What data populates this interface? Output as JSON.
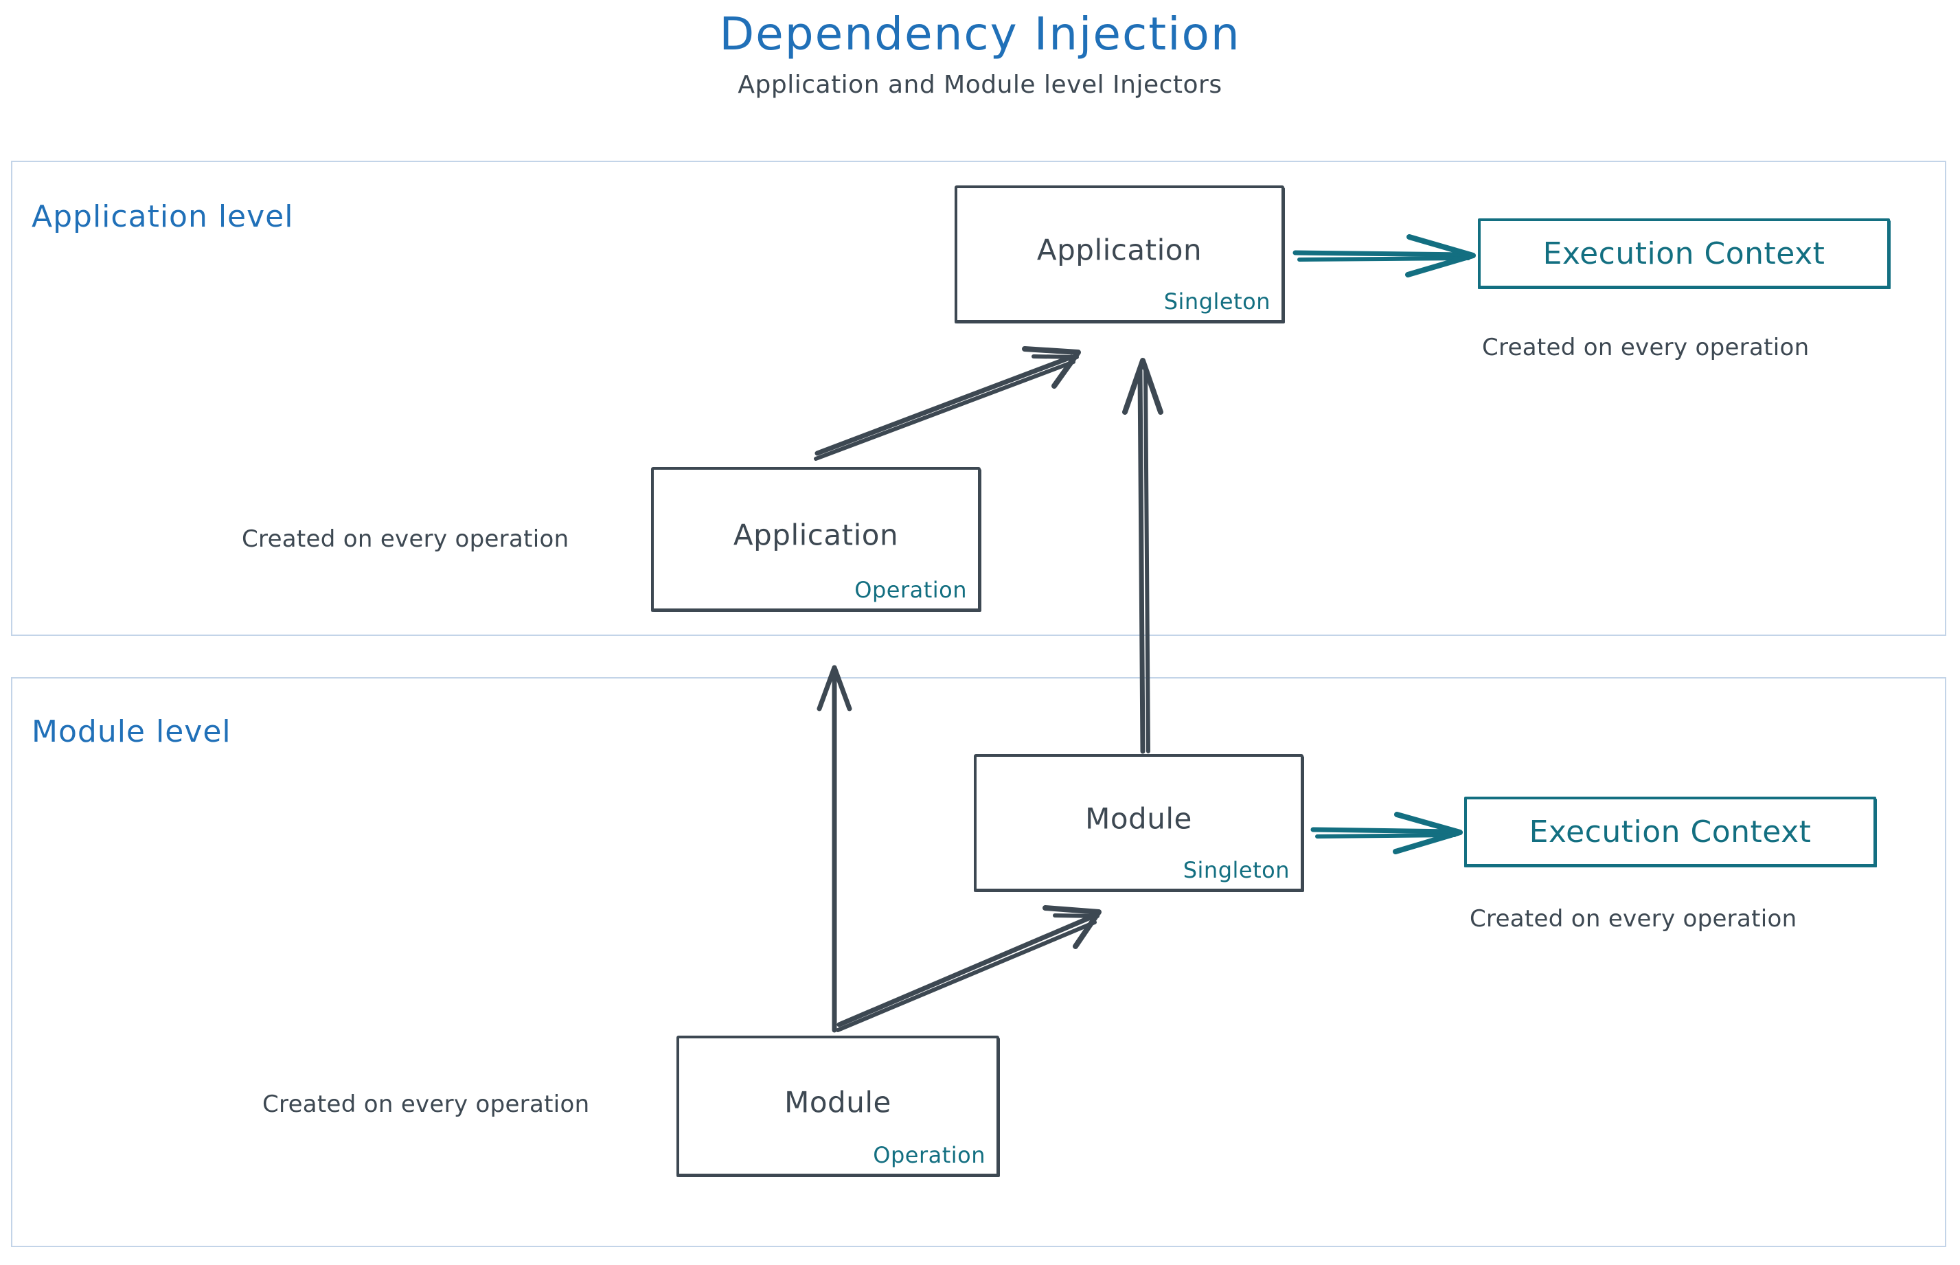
{
  "header": {
    "title": "Dependency Injection",
    "subtitle": "Application and Module level Injectors"
  },
  "colors": {
    "title_blue": "#2070b8",
    "level_label_blue": "#2070b8",
    "panel_border": "#c3d4e8",
    "node_stroke": "#3d4852",
    "scope_teal": "#136f81",
    "text_dark": "#3d4852",
    "background": "#ffffff"
  },
  "levels": [
    {
      "id": "application-level",
      "label": "Application level",
      "nodes": [
        {
          "id": "app-singleton",
          "title": "Application",
          "scope": "Singleton"
        },
        {
          "id": "app-operation",
          "title": "Application",
          "scope": "Operation"
        }
      ],
      "context_box": {
        "label": "Execution Context",
        "caption": "Created on every operation"
      },
      "node_caption": "Created on every operation"
    },
    {
      "id": "module-level",
      "label": "Module level",
      "nodes": [
        {
          "id": "module-singleton",
          "title": "Module",
          "scope": "Singleton"
        },
        {
          "id": "module-operation",
          "title": "Module",
          "scope": "Operation"
        }
      ],
      "context_box": {
        "label": "Execution Context",
        "caption": "Created on every operation"
      },
      "node_caption": "Created on every operation"
    }
  ],
  "arrows": [
    {
      "id": "app-operation-to-app-singleton",
      "from": "app-operation",
      "to": "app-singleton",
      "style": "double-line-sketch",
      "color": "#3d4852"
    },
    {
      "id": "module-singleton-to-app-singleton",
      "from": "module-singleton",
      "to": "app-singleton",
      "style": "double-line-sketch",
      "color": "#3d4852"
    },
    {
      "id": "module-operation-to-app-level",
      "from": "module-operation",
      "to": "application-level",
      "style": "single-line-sketch",
      "color": "#3d4852"
    },
    {
      "id": "module-operation-to-module-singleton",
      "from": "module-operation",
      "to": "module-singleton",
      "style": "double-line-sketch",
      "color": "#3d4852"
    },
    {
      "id": "app-singleton-to-execution-context",
      "from": "app-singleton",
      "to": "ctx-app",
      "style": "double-line-sketch",
      "color": "#136f81"
    },
    {
      "id": "module-singleton-to-execution-context",
      "from": "module-singleton",
      "to": "ctx-module",
      "style": "double-line-sketch",
      "color": "#136f81"
    }
  ]
}
